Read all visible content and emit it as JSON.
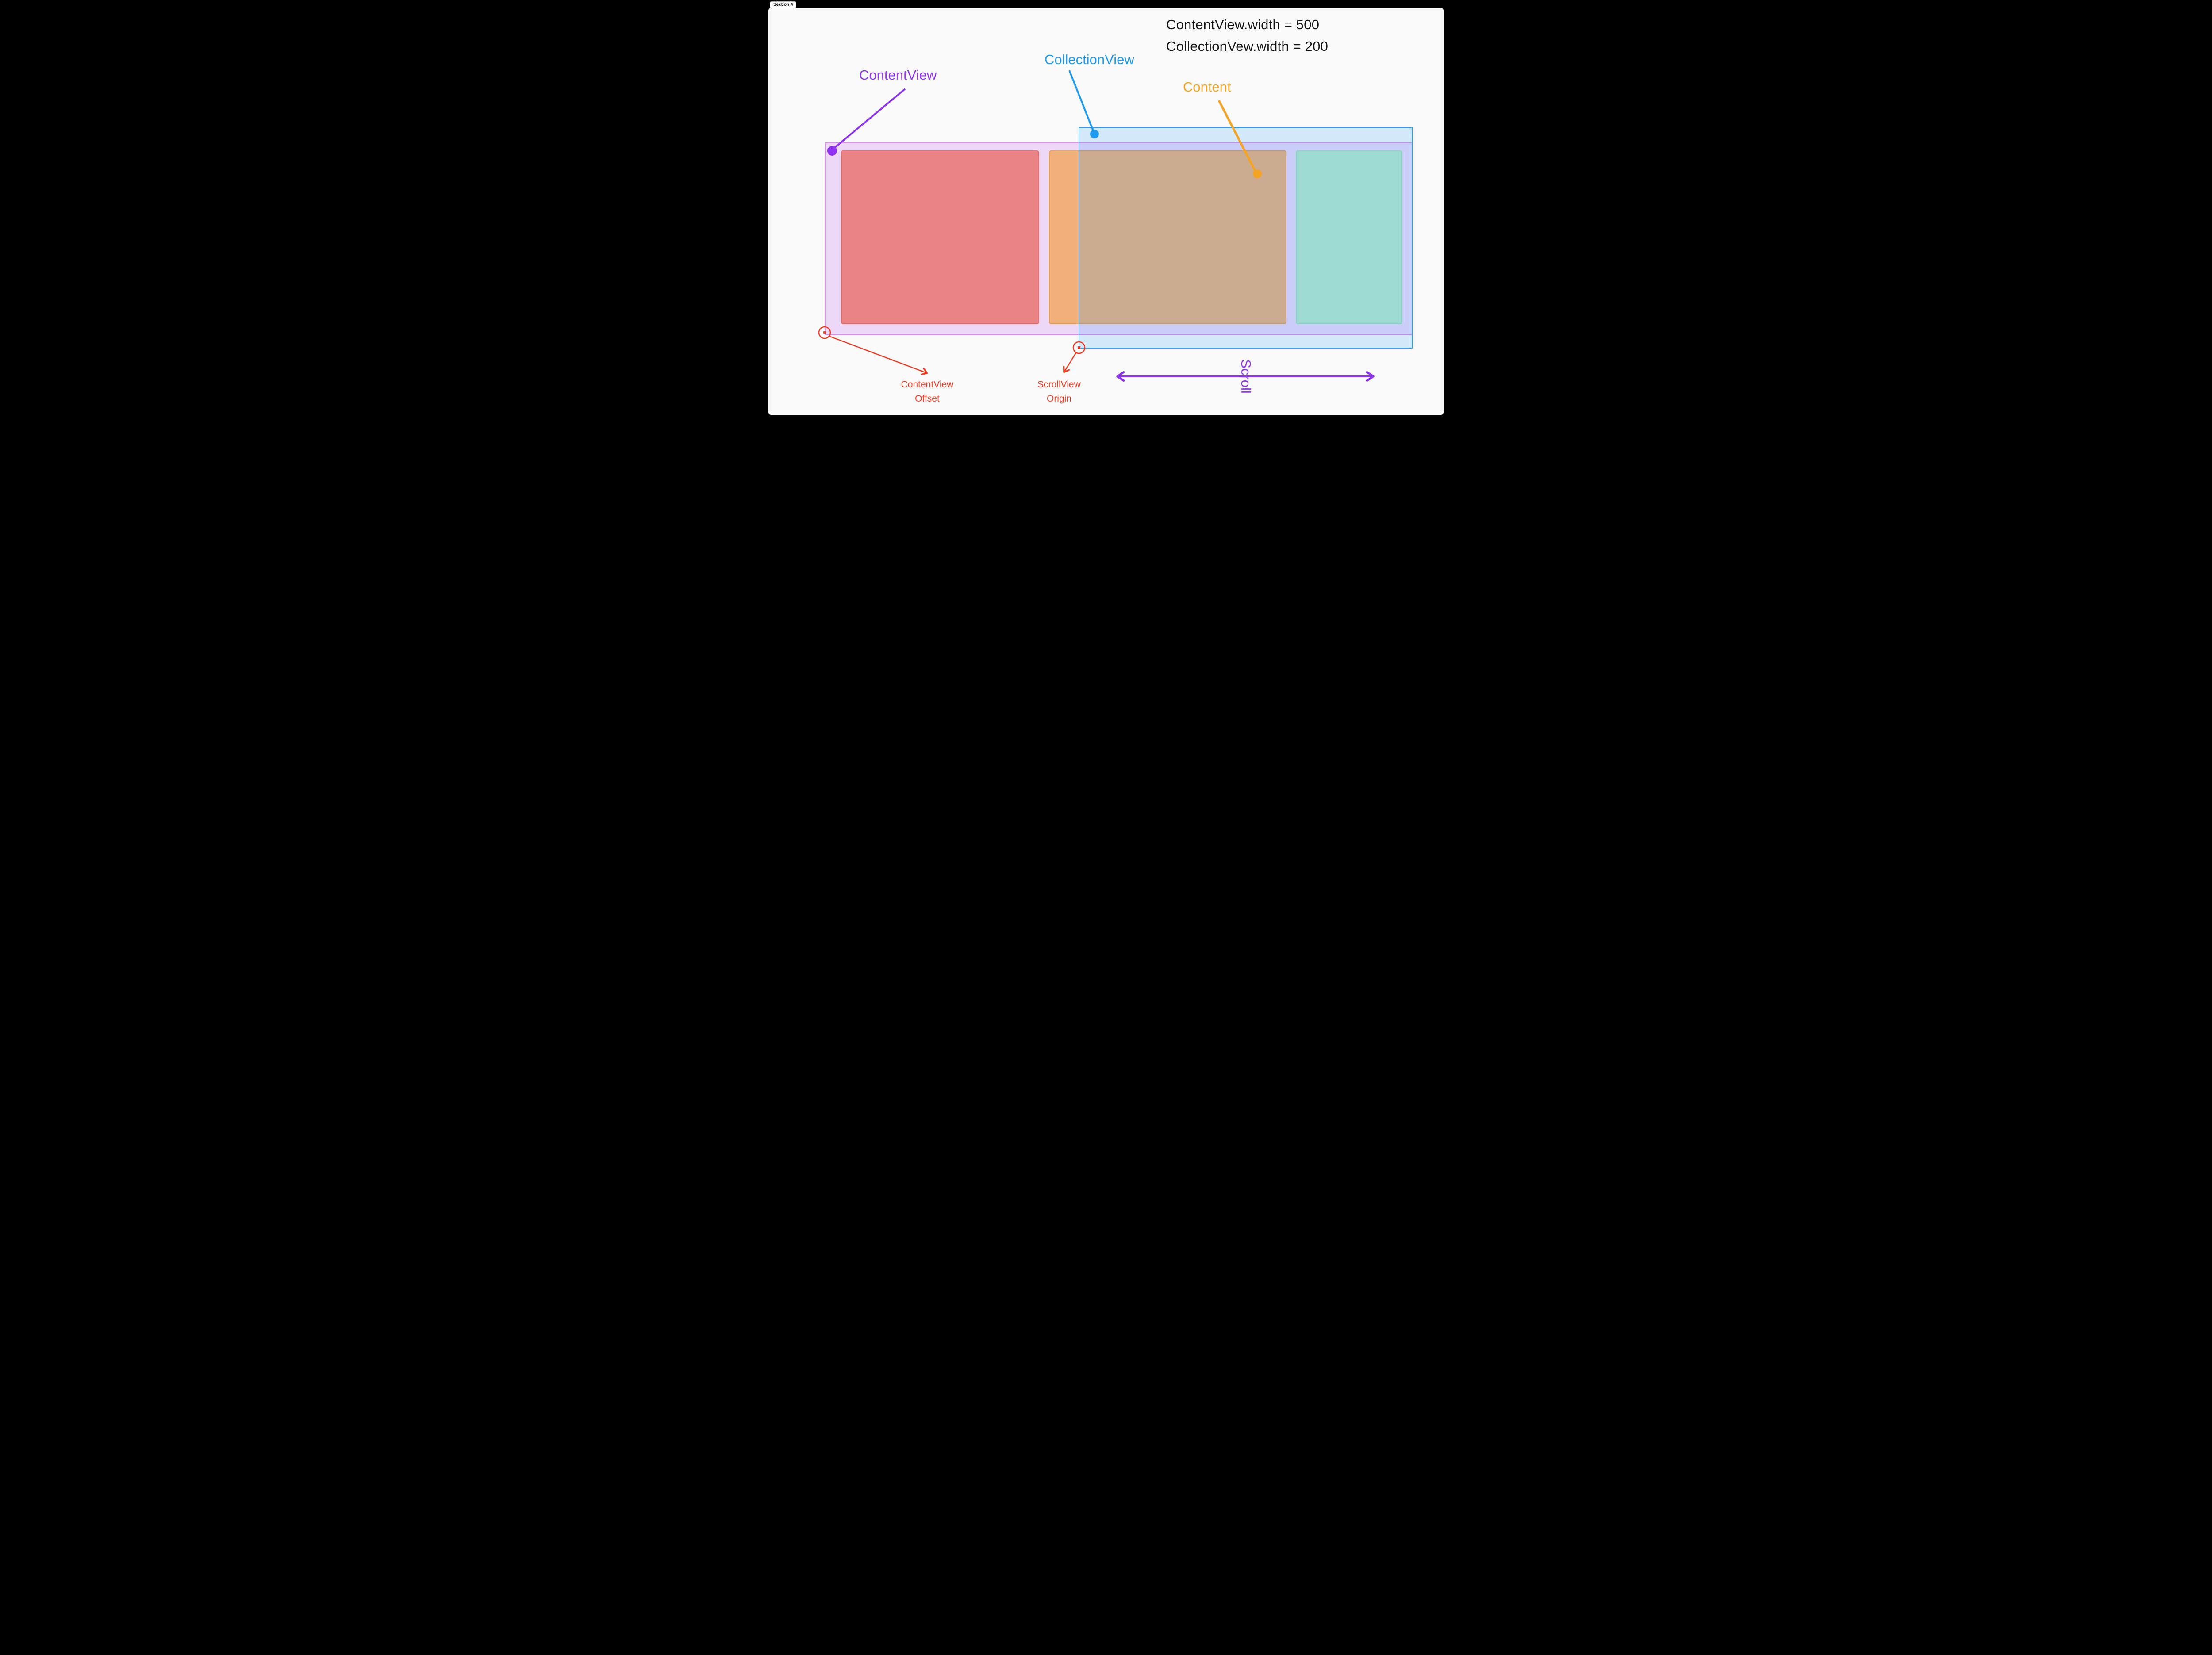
{
  "badge": {
    "label": "Section 4"
  },
  "header": {
    "line1": "ContentView.width = 500",
    "line2": "CollectionVew.width = 200"
  },
  "labels": {
    "contentview": "ContentView",
    "collectionview": "CollectionView",
    "content": "Content",
    "scroll": "Scroll"
  },
  "captions": {
    "offset_line1": "ContentView",
    "offset_line2": "Offset",
    "origin_line1": "ScrollView",
    "origin_line2": "Origin"
  },
  "colors": {
    "purple_accent": "#8F33EE",
    "blue_accent": "#1E9BF0",
    "orange_accent": "#F5A322",
    "red_accent": "#F2371F",
    "contentview_border": "#DC8BF2",
    "collectionview_border": "#2D9CF0",
    "cell_red_fill": "#EB8585",
    "cell_orange_fill": "#F0AE79",
    "cell_green_fill": "#B5E8CA",
    "slide_background": "#FAFAFA",
    "frame_background": "#000000"
  }
}
